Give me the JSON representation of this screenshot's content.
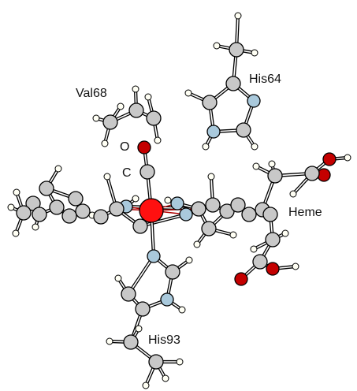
{
  "labels": {
    "val68": "Val68",
    "his64": "His64",
    "oxygen": "O",
    "carbon": "C",
    "heme": "Heme",
    "his93": "His93"
  },
  "colors": {
    "background": "#ffffff",
    "carbon": "#c8c8c8",
    "nitrogen": "#a9c9dc",
    "oxygen": "#c40000",
    "hydrogen": "#fffff4",
    "iron": "#ff1010",
    "outline": "#000000",
    "coordination_bond": "#b00000"
  }
}
